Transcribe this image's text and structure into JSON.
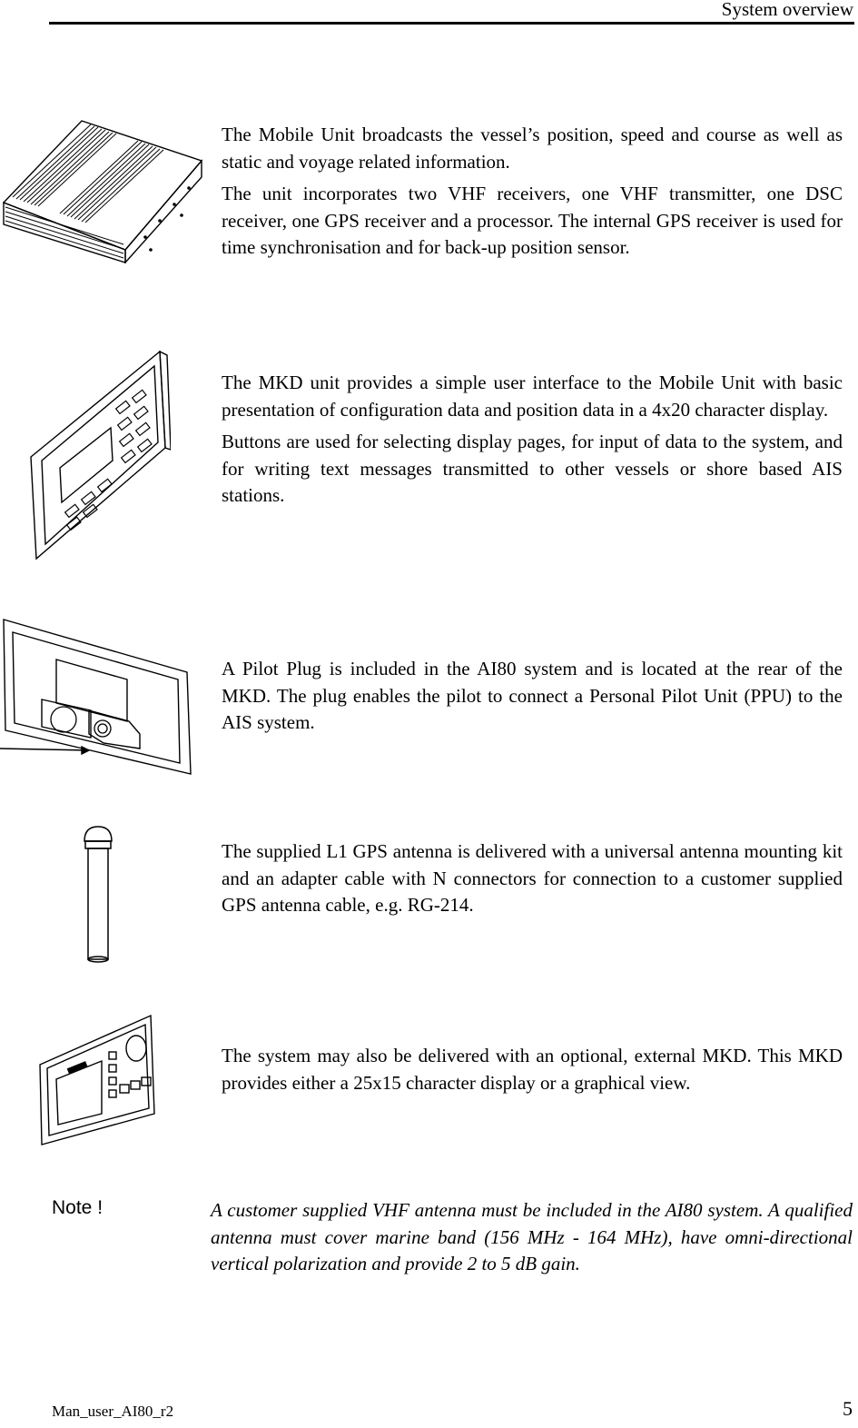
{
  "header": {
    "title": "System overview"
  },
  "sections": [
    {
      "illustration": "mobile-unit-illustration",
      "paragraphs": [
        "The Mobile Unit broadcasts the vessel’s position, speed and course as well as static and voyage related information.",
        "The unit incorporates two VHF receivers, one VHF transmitter, one DSC receiver, one GPS receiver and a processor. The internal GPS receiver is used for time synchronisation and for back-up position sensor."
      ]
    },
    {
      "illustration": "mkd-unit-illustration",
      "paragraphs": [
        "The MKD unit provides a simple user interface to the Mobile Unit with basic presentation of configuration data and position data in a 4x20 character display.",
        "Buttons are used for selecting display pages, for input of data to the system, and for writing text messages transmitted to other vessels or shore based AIS stations."
      ]
    },
    {
      "illustration": "pilot-plug-illustration",
      "paragraphs": [
        "A Pilot Plug is included in the AI80 system and is located at the rear of the MKD. The plug enables the pilot to connect a Personal Pilot Unit (PPU) to the AIS system."
      ]
    },
    {
      "illustration": "gps-antenna-illustration",
      "paragraphs": [
        "The supplied L1 GPS antenna is delivered with a universal antenna mounting kit and an adapter cable with N connectors for connection to a customer supplied GPS antenna cable, e.g. RG-214."
      ]
    },
    {
      "illustration": "external-mkd-illustration",
      "paragraphs": [
        "The system may also be delivered with an optional, external MKD. This MKD provides either a 25x15 character display or a graphical view."
      ]
    }
  ],
  "note": {
    "label": "Note !",
    "text": "A customer supplied VHF antenna must be included in the AI80 system. A qualified antenna must cover marine band (156 MHz - 164 MHz), have omni-directional vertical polarization and provide 2 to 5 dB gain."
  },
  "footer": {
    "doc_id": "Man_user_AI80_r2",
    "page_number": "5"
  }
}
